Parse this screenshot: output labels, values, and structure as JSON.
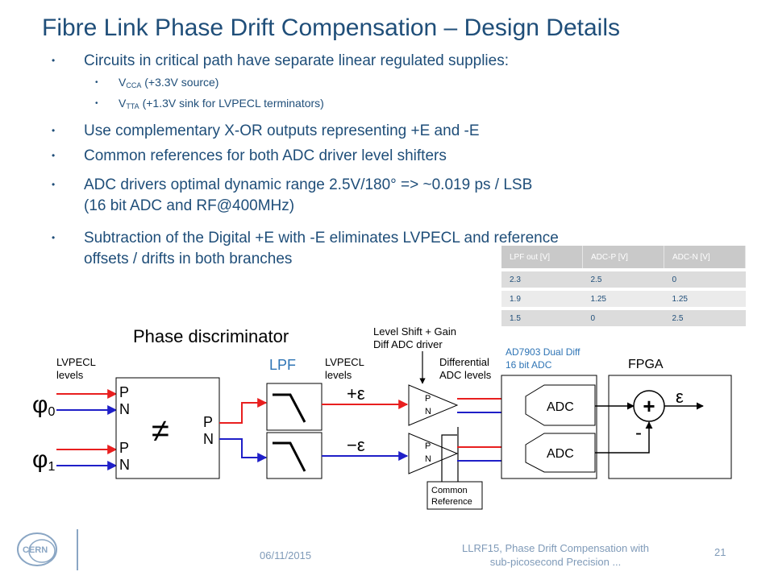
{
  "title": "Fibre Link Phase Drift Compensation – Design Details",
  "bullets": {
    "b1": "Circuits in critical path have separate linear regulated supplies:",
    "s1_main": "V",
    "s1_sub": "CCA",
    "s1_rest": " (+3.3V source)",
    "s2_main": "V",
    "s2_sub": "TTA",
    "s2_rest": " (+1.3V sink for LVPECL terminators)",
    "b2": "Use complementary X-OR outputs representing +E and -E",
    "b3": "Common references for both ADC driver level shifters",
    "b4_l1": "ADC drivers optimal dynamic range 2.5V/180° => ~0.019 ps / LSB",
    "b4_l2": "(16 bit ADC and RF@400MHz)",
    "b5_l1": "Subtraction of the Digital +E with -E eliminates LVPECL and reference",
    "b5_l2": "offsets / drifts in both branches"
  },
  "table": {
    "headers": [
      "LPF out [V]",
      "ADC-P [V]",
      "ADC-N [V]"
    ],
    "rows": [
      [
        "2.3",
        "2.5",
        "0"
      ],
      [
        "1.9",
        "1.25",
        "1.25"
      ],
      [
        "1.5",
        "0",
        "2.5"
      ]
    ]
  },
  "diagram": {
    "phase_discriminator": "Phase discriminator",
    "lvpecl1_l1": "LVPECL",
    "lvpecl1_l2": "levels",
    "lpf": "LPF",
    "lvpecl2_l1": "LVPECL",
    "lvpecl2_l2": "levels",
    "level_shift_l1": "Level Shift + Gain",
    "level_shift_l2": "Diff ADC driver",
    "diff_adc_l1": "Differential",
    "diff_adc_l2": "ADC levels",
    "ad7903_l1": "AD7903 Dual Diff",
    "ad7903_l2": "16 bit ADC",
    "fpga": "FPGA",
    "phi0": "φ",
    "phi0_sub": "0",
    "phi1": "φ",
    "phi1_sub": "1",
    "p": "P",
    "n": "N",
    "not_equal": "≠",
    "plus_eps": "+ε",
    "minus_eps": "−ε",
    "adc": "ADC",
    "plus": "+",
    "minus": "-",
    "epsilon": "ε",
    "common_ref_l1": "Common",
    "common_ref_l2": "Reference"
  },
  "footer": {
    "date": "06/11/2015",
    "conf_l1": "LLRF15, Phase Drift Compensation with",
    "conf_l2": "sub-picosecond Precision ...",
    "page": "21",
    "logo": "CERN"
  },
  "colors": {
    "title": "#1f4e79",
    "red": "#e81f1f",
    "blue": "#1f1fc8",
    "accent_text": "#2e74b5"
  }
}
